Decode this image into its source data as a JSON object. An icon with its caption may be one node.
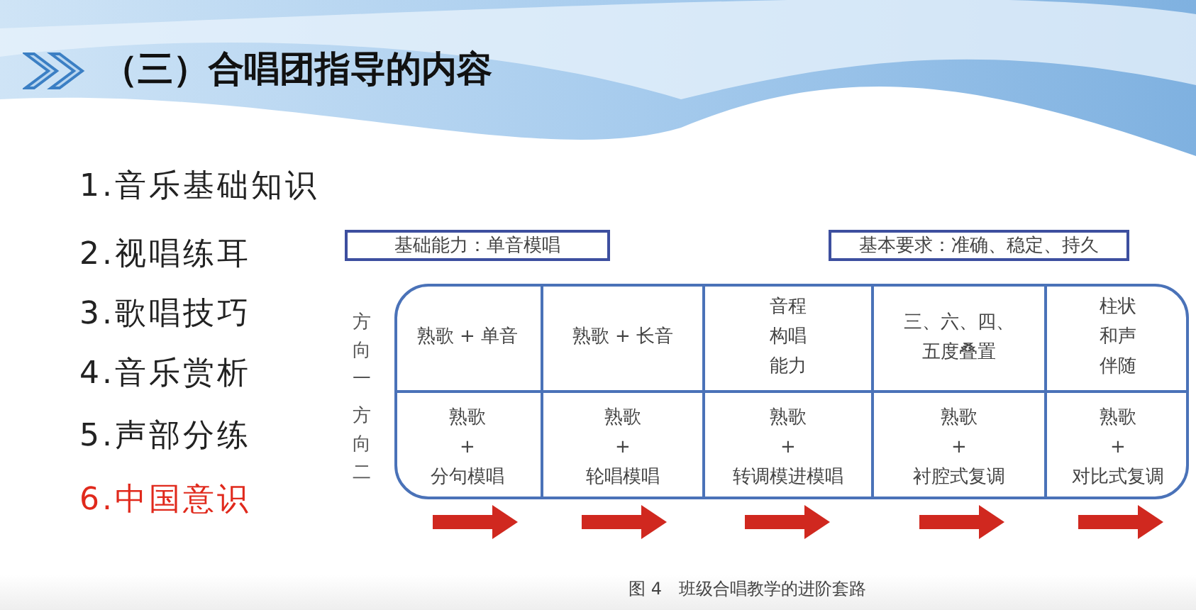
{
  "diagram": {
    "title": "（三）合唱团指导的内容",
    "caption": "图 4　班级合唱教学的进阶套路",
    "nodes": [
      {
        "text": [
          "基础能力：单音模唱"
        ]
      },
      {
        "text": [
          "基本要求：准确、稳定、持久"
        ]
      },
      {
        "text": [],
        "shape": "box"
      },
      {
        "text": [
          "熟歌 + 单音"
        ],
        "in": 2
      },
      {
        "text": [
          "熟歌 + 长音"
        ],
        "in": 2
      },
      {
        "text": [
          "音程构唱能力"
        ],
        "in": 2
      },
      {
        "text": [
          "三、六、四、五度叠置"
        ],
        "in": 2
      },
      {
        "text": [
          "柱状和声伴随"
        ],
        "in": 2
      },
      {
        "text": [
          "熟歌",
          "+",
          "分句模唱"
        ],
        "in": 2
      },
      {
        "text": [
          "熟歌",
          "+",
          "轮唱模唱"
        ],
        "in": 2
      },
      {
        "text": [
          "熟歌",
          "+",
          "转调模进模唱"
        ],
        "in": 2
      },
      {
        "text": [
          "熟歌",
          "+",
          "衬腔式复调"
        ],
        "in": 2
      },
      {
        "text": [
          "熟歌",
          "+",
          "对比式复调"
        ],
        "in": 2
      }
    ],
    "labels": [
      "1.音乐基础知识",
      "2.视唱练耳",
      "3.歌唱技巧",
      "4.音乐赏析",
      "5.声部分练",
      "6.中国意识",
      "方向一",
      "方向二"
    ]
  }
}
